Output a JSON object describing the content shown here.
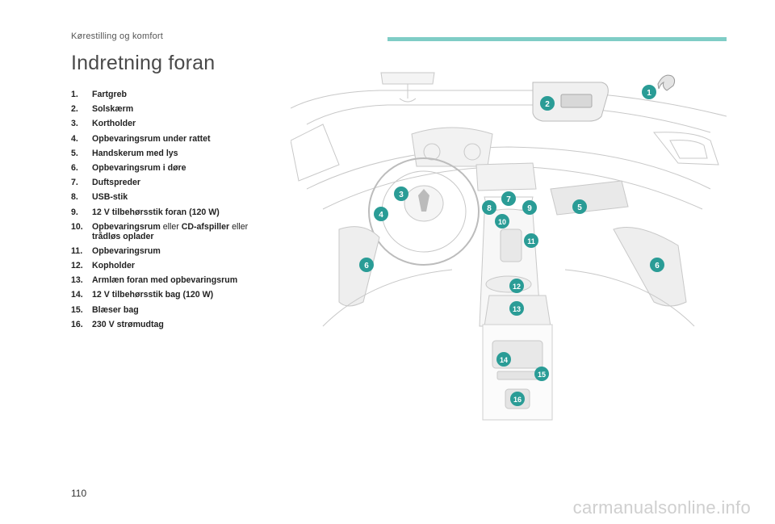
{
  "header": {
    "section": "Kørestilling og komfort"
  },
  "page": {
    "title": "Indretning foran",
    "number": "110"
  },
  "legend": [
    {
      "num": "1.",
      "text": "Fartgreb"
    },
    {
      "num": "2.",
      "text": "Solskærm"
    },
    {
      "num": "3.",
      "text": "Kortholder"
    },
    {
      "num": "4.",
      "text": "Opbevaringsrum under rattet"
    },
    {
      "num": "5.",
      "text": "Handskerum med lys"
    },
    {
      "num": "6.",
      "text": "Opbevaringsrum i døre"
    },
    {
      "num": "7.",
      "text": "Duftspreder"
    },
    {
      "num": "8.",
      "text": "USB-stik"
    },
    {
      "num": "9.",
      "text": "12 V tilbehørsstik foran (120 W)"
    },
    {
      "num": "10.",
      "text_a": "Opbevaringsrum",
      "text_b": " eller ",
      "text_c": "CD-afspiller",
      "text_d": " eller",
      "text_e": "trådløs oplader"
    },
    {
      "num": "11.",
      "text": "Opbevaringsrum"
    },
    {
      "num": "12.",
      "text": "Kopholder"
    },
    {
      "num": "13.",
      "text": "Armlæn foran med opbevaringsrum"
    },
    {
      "num": "14.",
      "text": "12 V tilbehørsstik bag (120 W)"
    },
    {
      "num": "15.",
      "text": "Blæser bag"
    },
    {
      "num": "16.",
      "text": "230 V strømudtag"
    }
  ],
  "diagram": {
    "callouts": [
      "1",
      "2",
      "3",
      "4",
      "5",
      "6",
      "6",
      "7",
      "8",
      "9",
      "10",
      "11",
      "12",
      "13",
      "14",
      "15",
      "16"
    ],
    "callout_color": "#2a9c96"
  },
  "watermark": "carmanualsonline.info"
}
